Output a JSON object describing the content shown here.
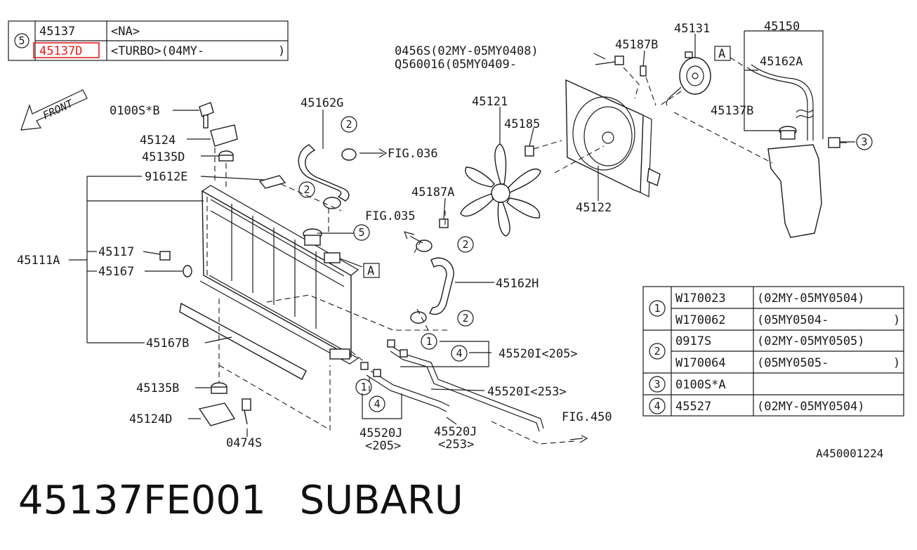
{
  "top_table": {
    "ref": "5",
    "rows": [
      {
        "part": "45137",
        "note": "<NA>"
      },
      {
        "part": "45137D",
        "note": "<TURBO>(04MY-",
        "end": ")",
        "highlight_color": "#e02020"
      }
    ]
  },
  "labels": {
    "front": "FRONT",
    "l0100SB": "0100S*B",
    "l45124": "45124",
    "l45135D": "45135D",
    "l91612E": "91612E",
    "l45111A": "45111A",
    "l45117": "45117",
    "l45167": "45167",
    "l45167B": "45167B",
    "l45135B": "45135B",
    "l45124D": "45124D",
    "l0474S": "0474S",
    "l45162G": "45162G",
    "fig036": "FIG.036",
    "fig035": "FIG.035",
    "l45162H": "45162H",
    "l45520I205": "45520I<205>",
    "l45520I253": "45520I<253>",
    "l45520J_a": "45520J",
    "l45520J_a_sub": "<205>",
    "l45520J_b": "45520J",
    "l45520J_b_sub": "<253>",
    "fig450": "FIG.450",
    "l45121": "45121",
    "l45185": "45185",
    "l45187A": "45187A",
    "l45122": "45122",
    "l0456S": "0456S(02MY-05MY0408)",
    "lQ560016": "Q560016(05MY0409-",
    "l45187B": "45187B",
    "l45131": "45131",
    "l45150": "45150",
    "l45162A": "45162A",
    "l45137B": "45137B",
    "boxA": "A"
  },
  "callouts": {
    "c1": "1",
    "c2": "2",
    "c3": "3",
    "c4": "4",
    "c5": "5"
  },
  "legend": [
    {
      "ref": "1",
      "rows": [
        {
          "part": "W170023",
          "note": "(02MY-05MY0504)",
          "end": ""
        },
        {
          "part": "W170062",
          "note": "(05MY0504-",
          "end": ")"
        }
      ]
    },
    {
      "ref": "2",
      "rows": [
        {
          "part": "0917S",
          "note": "(02MY-05MY0505)",
          "end": ""
        },
        {
          "part": "W170064",
          "note": "(05MY0505-",
          "end": ")"
        }
      ]
    },
    {
      "ref": "3",
      "rows": [
        {
          "part": "0100S*A",
          "note": "",
          "end": ""
        }
      ]
    },
    {
      "ref": "4",
      "rows": [
        {
          "part": "45527",
          "note": "(02MY-05MY0504)",
          "end": ""
        }
      ]
    }
  ],
  "diagram_id": "A450001224",
  "footer": {
    "part_number": "45137FE001",
    "brand": "SUBARU"
  }
}
